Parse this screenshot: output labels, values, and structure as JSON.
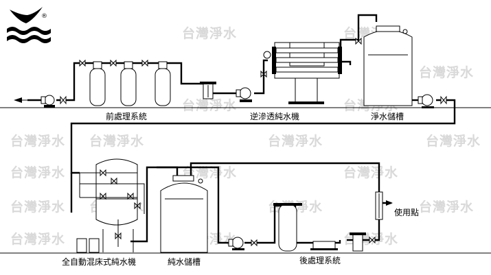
{
  "logo": {
    "trademark": "®"
  },
  "watermark": {
    "text": "台灣淨水"
  },
  "labels": {
    "pretreatment": "前處理系統",
    "ro_unit": "逆滲透純水機",
    "clean_tank": "淨水儲槽",
    "mixed_bed": "全自動混床式純水機",
    "pure_tank": "純水儲槽",
    "post_treatment": "後處理系統",
    "point_of_use": "使用點"
  }
}
